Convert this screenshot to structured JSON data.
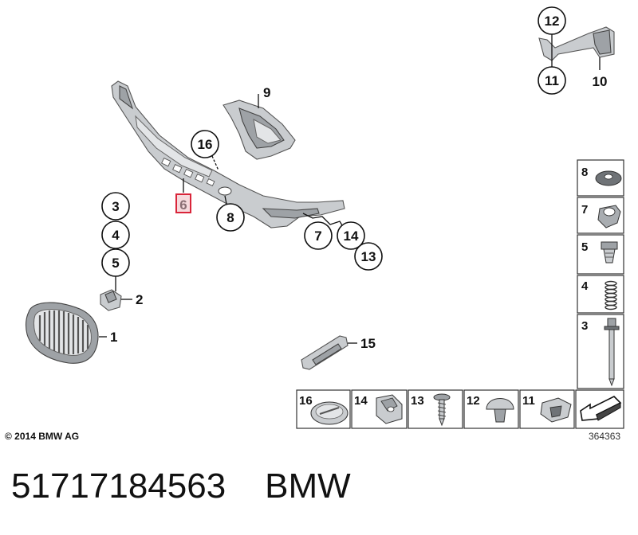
{
  "callouts": {
    "c1": "1",
    "c2": "2",
    "c3": "3",
    "c4": "4",
    "c5": "5",
    "c6": "6",
    "c7": "7",
    "c8": "8",
    "c9": "9",
    "c10": "10",
    "c11": "11",
    "c12": "12",
    "c13": "13",
    "c14": "14",
    "c15": "15",
    "c16": "16"
  },
  "highlight_color": "#d9253a",
  "parts_table": {
    "right_column": [
      "8",
      "7",
      "5",
      "4",
      "3"
    ],
    "bottom_row": [
      "16",
      "14",
      "13",
      "12",
      "11"
    ]
  },
  "copyright": "© 2014 BMW AG",
  "diagram_number": "364363",
  "footer": {
    "part_number": "51717184563",
    "brand": "BMW"
  }
}
